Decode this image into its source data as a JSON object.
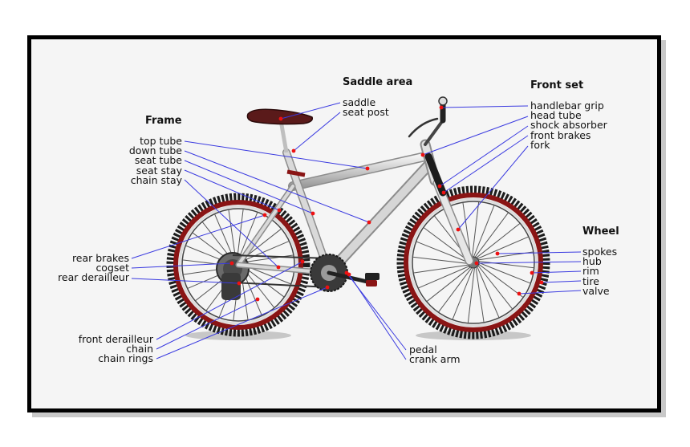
{
  "headings": {
    "frame": "Frame",
    "saddle": "Saddle area",
    "front": "Front set",
    "wheel": "Wheel"
  },
  "labels": {
    "frame": [
      "top tube",
      "down tube",
      "seat tube",
      "seat stay",
      "chain stay"
    ],
    "saddle": [
      "saddle",
      "seat post"
    ],
    "front": [
      "handlebar grip",
      "head tube",
      "shock absorber",
      "front brakes",
      "fork"
    ],
    "wheel": [
      "spokes",
      "hub",
      "rim",
      "tire",
      "valve"
    ],
    "rear": [
      "rear brakes",
      "cogset",
      "rear derailleur"
    ],
    "drive": [
      "front derailleur",
      "chain",
      "chain rings"
    ],
    "pedal": [
      "pedal",
      "crank arm"
    ]
  },
  "colors": {
    "leader_line": "#3a3ae0",
    "tire_red": "#8a1515",
    "tire_black": "#1c1c1c",
    "frame_silver": "#d6d6d6",
    "marker": "#ee1111"
  }
}
